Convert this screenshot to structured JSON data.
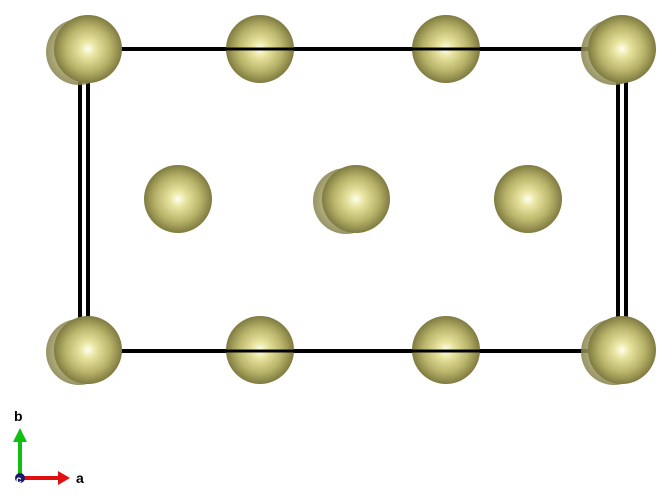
{
  "viewer": {
    "atom_color": "#b9b46a",
    "atom_highlight": "#fffff0",
    "atom_shadow": "#6e6a34",
    "cell_line_color": "#000000"
  },
  "atoms": [
    {
      "id": "corner-top-left",
      "depth": "back"
    },
    {
      "id": "edge-top-1",
      "depth": "back"
    },
    {
      "id": "edge-top-2",
      "depth": "back"
    },
    {
      "id": "corner-top-right",
      "depth": "back"
    },
    {
      "id": "center-left",
      "depth": "mid"
    },
    {
      "id": "center-middle",
      "depth": "front"
    },
    {
      "id": "center-right",
      "depth": "mid"
    },
    {
      "id": "corner-bottom-left",
      "depth": "back"
    },
    {
      "id": "edge-bottom-1",
      "depth": "back"
    },
    {
      "id": "edge-bottom-2",
      "depth": "back"
    },
    {
      "id": "corner-bottom-right",
      "depth": "back"
    }
  ],
  "axes": {
    "a_label": "a",
    "b_label": "b",
    "c_label": "c",
    "a_color": "#e01010",
    "b_color": "#10c010",
    "c_color": "#1a1a6e"
  }
}
